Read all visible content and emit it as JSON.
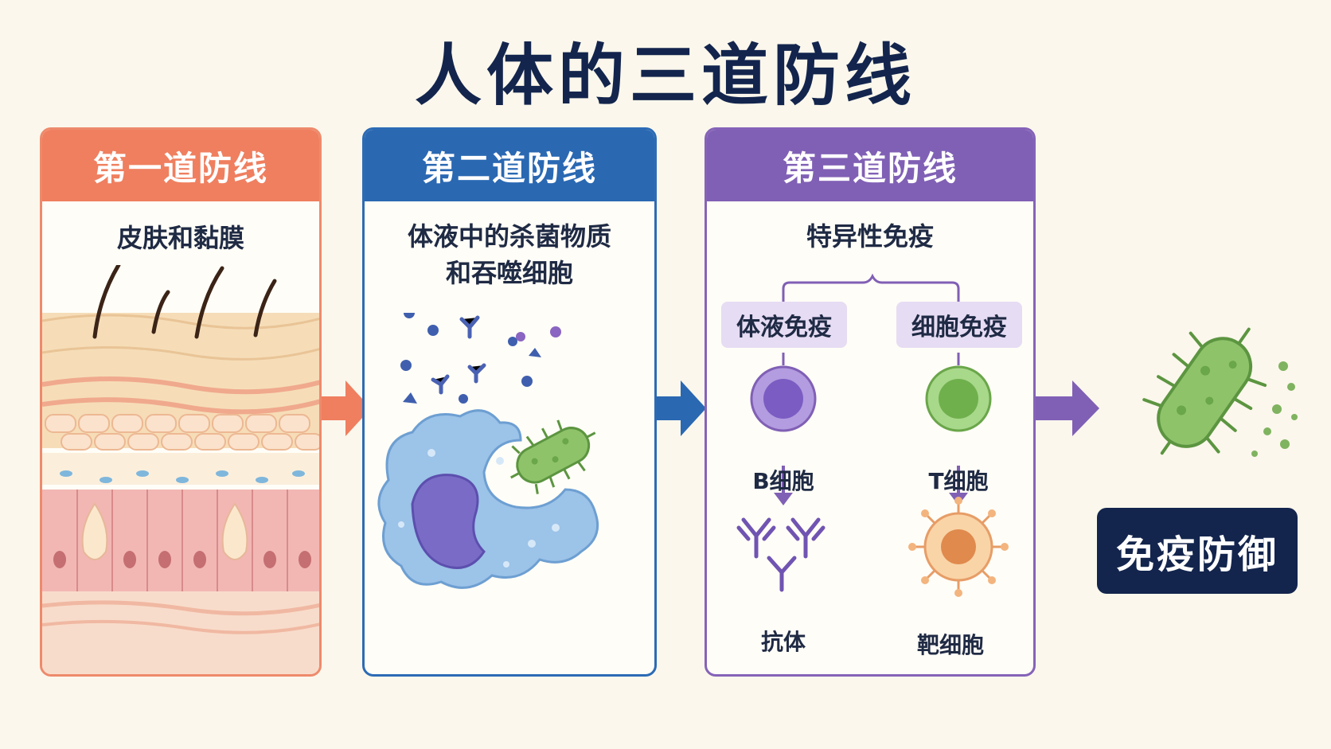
{
  "title": "人体的三道防线",
  "colors": {
    "first": "#ef7f5f",
    "second": "#2a68b2",
    "third": "#8060b5",
    "navy": "#13254d",
    "background": "#fbf7ec"
  },
  "panels": [
    {
      "heading": "第一道防线",
      "subtitle": "皮肤和黏膜"
    },
    {
      "heading": "第二道防线",
      "subtitle_line1": "体液中的杀菌物质",
      "subtitle_line2": "和吞噬细胞"
    },
    {
      "heading": "第三道防线",
      "subtitle": "特异性免疫",
      "branches": [
        {
          "label": "体液免疫",
          "cell": "B细胞",
          "product": "抗体"
        },
        {
          "label": "细胞免疫",
          "cell": "T细胞",
          "product": "靶细胞"
        }
      ]
    }
  ],
  "result": {
    "label": "免疫防御",
    "icon": "bacterium-icon"
  }
}
